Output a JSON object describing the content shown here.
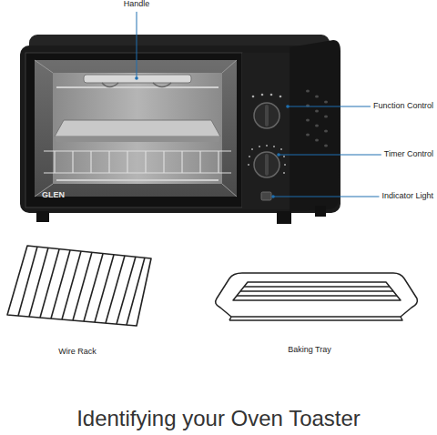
{
  "diagram": {
    "title": "Identifying your Oven Toaster",
    "labels": [
      "Handle",
      "GLEN",
      "Function Control",
      "Timer Control",
      "Indicator Light",
      "Wire Rack",
      "Baking Tray"
    ]
  }
}
